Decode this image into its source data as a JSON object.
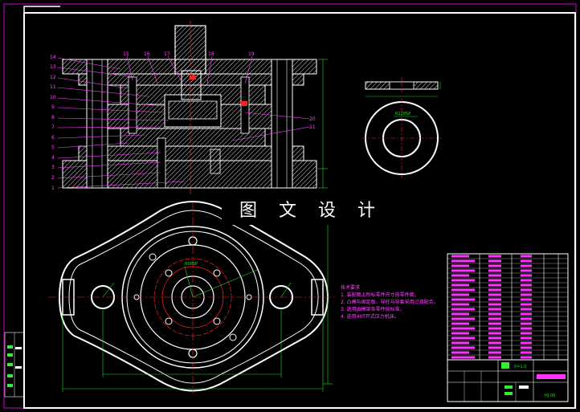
{
  "watermark": "图 文 设 计",
  "section_labels": {
    "left": [
      "14",
      "13",
      "12",
      "11",
      "10",
      "9",
      "8",
      "7",
      "6",
      "5",
      "4",
      "3",
      "2",
      "1"
    ],
    "top": [
      "15",
      "16",
      "17",
      "18",
      "19"
    ],
    "right": [
      "20",
      "21"
    ]
  },
  "labels": {
    "side_view_radius": "R118SP",
    "plan_radius": "R90SP"
  },
  "tech_notes": {
    "title": "技术要求",
    "items": [
      "1. 装配图上所标零件尺寸按零件图。",
      "2. 凸模与固定板、导柱与导套采用过渡配合。",
      "3. 选用JB模架各零件按标准。",
      "4. 选用40T开式压力机床。"
    ]
  },
  "title_block": {
    "scale": "0=1.0",
    "drawing_no": "HJ-00"
  },
  "colors": {
    "border": "#cc00cc",
    "geometry": "#ffffff",
    "hatch": "#e0e0e0",
    "center": "#ff2020",
    "dimension": "#22dd22",
    "leader": "#ff44ff",
    "table_fill": "#ff33ff"
  }
}
